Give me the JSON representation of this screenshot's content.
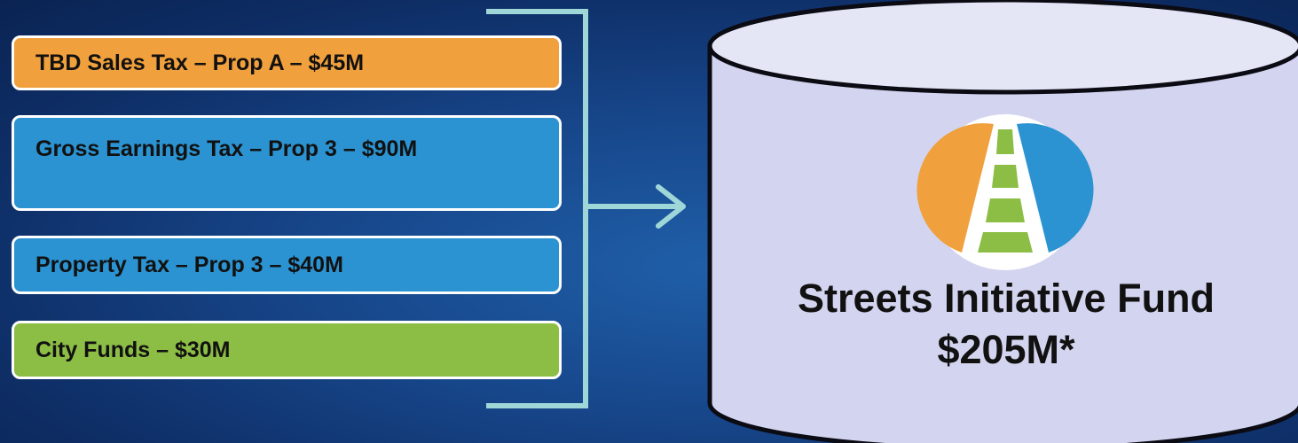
{
  "sources": [
    {
      "label": "TBD Sales Tax – Prop A – $45M",
      "color": "#f0a03c"
    },
    {
      "label": "Gross Earnings Tax – Prop 3 – $90M",
      "color": "#2b93d1"
    },
    {
      "label": "Property Tax – Prop 3 – $40M",
      "color": "#2b93d1"
    },
    {
      "label": "City Funds – $30M",
      "color": "#8cbd45"
    }
  ],
  "fund": {
    "title": "Streets Initiative Fund",
    "amount": "$205M*"
  },
  "colors": {
    "bracket": "#9fd6d8",
    "cylinder_top": "#e4e6f6",
    "cylinder_body": "#d3d4ef",
    "logo_orange": "#f0a03c",
    "logo_blue": "#2b93d1",
    "logo_green": "#8cbd45"
  }
}
